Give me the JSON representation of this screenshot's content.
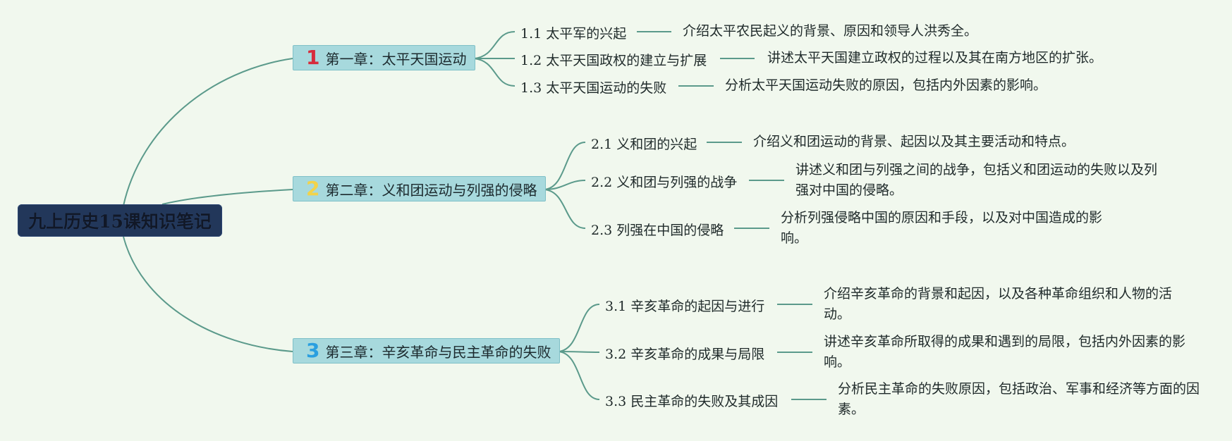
{
  "root": {
    "title": "九上历史15课知识笔记"
  },
  "colors": {
    "background": "#f1f8ee",
    "root_fill": "#22375a",
    "chapter_fill": "#a7d9dd",
    "connector": "#5b9a8b"
  },
  "chapters": [
    {
      "num": "1",
      "num_color": "#d62c3c",
      "label": "第一章：太平天国运动",
      "topics": [
        {
          "label": "1.1 太平军的兴起",
          "desc": "介绍太平农民起义的背景、原因和领导人洪秀全。"
        },
        {
          "label": "1.2 太平天国政权的建立与扩展",
          "desc": "讲述太平天国建立政权的过程以及其在南方地区的扩张。"
        },
        {
          "label": "1.3 太平天国运动的失败",
          "desc": "分析太平天国运动失败的原因，包括内外因素的影响。"
        }
      ]
    },
    {
      "num": "2",
      "num_color": "#f2d34a",
      "label": "第二章：义和团运动与列强的侵略",
      "topics": [
        {
          "label": "2.1 义和团的兴起",
          "desc": "介绍义和团运动的背景、起因以及其主要活动和特点。"
        },
        {
          "label": "2.2 义和团与列强的战争",
          "desc": "讲述义和团与列强之间的战争，包括义和团运动的失败以及列强对中国的侵略。"
        },
        {
          "label": "2.3 列强在中国的侵略",
          "desc": "分析列强侵略中国的原因和手段，以及对中国造成的影响。"
        }
      ]
    },
    {
      "num": "3",
      "num_color": "#2a9fe0",
      "label": "第三章：辛亥革命与民主革命的失败",
      "topics": [
        {
          "label": "3.1 辛亥革命的起因与进行",
          "desc": "介绍辛亥革命的背景和起因，以及各种革命组织和人物的活动。"
        },
        {
          "label": "3.2 辛亥革命的成果与局限",
          "desc": "讲述辛亥革命所取得的成果和遇到的局限，包括内外因素的影响。"
        },
        {
          "label": "3.3 民主革命的失败及其成因",
          "desc": "分析民主革命的失败原因，包括政治、军事和经济等方面的因素。"
        }
      ]
    }
  ]
}
